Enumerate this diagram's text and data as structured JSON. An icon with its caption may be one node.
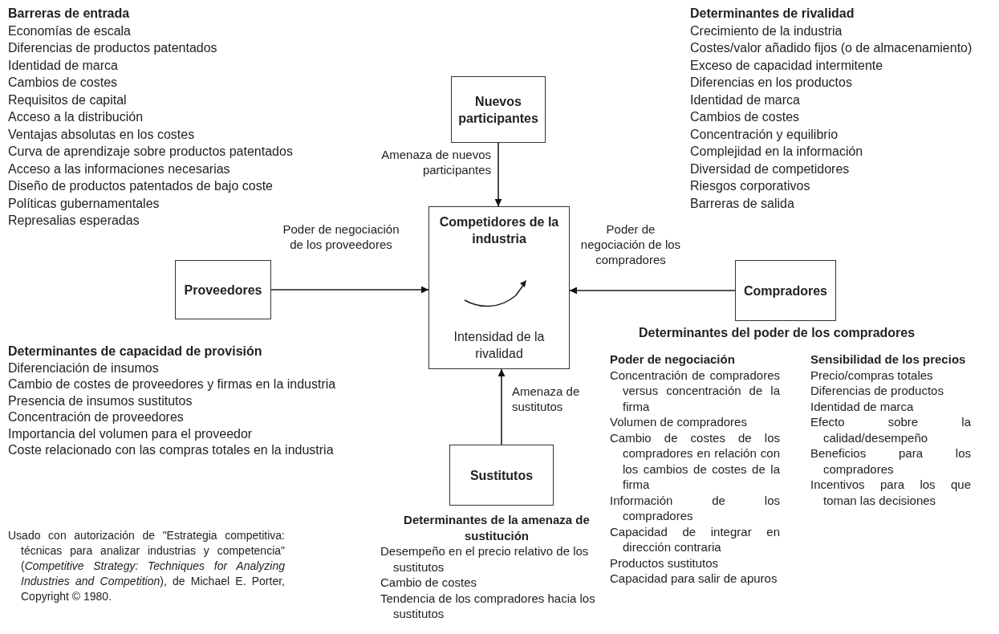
{
  "diagram": {
    "nodes": [
      {
        "text": [
          "Nuevos participantes"
        ]
      },
      {
        "text": [
          "Competidores de la industria",
          "Intensidad de la rivalidad"
        ]
      },
      {
        "text": [
          "Proveedores"
        ]
      },
      {
        "text": [
          "Compradores"
        ]
      },
      {
        "text": [
          "Sustitutos"
        ]
      }
    ],
    "edges": [
      {
        "from": 0,
        "to": 1,
        "arrow": "to",
        "label": "Amenaza de nuevos participantes"
      },
      {
        "from": 2,
        "to": 1,
        "arrow": "to",
        "label": "Poder de negociación de los proveedores"
      },
      {
        "from": 3,
        "to": 1,
        "arrow": "to",
        "label": "Poder de negociación de los compradores"
      },
      {
        "from": 4,
        "to": 1,
        "arrow": "to",
        "label": "Amenaza de sustitutos"
      }
    ],
    "labels": [
      "Barreras de entrada",
      "Economías de escala",
      "Diferencias de productos patentados",
      "Identidad de marca",
      "Cambios de costes",
      "Requisitos de capital",
      "Acceso a la distribución",
      "Ventajas absolutas en los costes",
      "Curva de aprendizaje sobre productos patentados",
      "Acceso a las informaciones necesarias",
      "Diseño de productos patentados de bajo coste",
      "Políticas gubernamentales",
      "Represalias esperadas",
      "Determinantes de rivalidad",
      "Crecimiento de la industria",
      "Costes/valor añadido fijos (o de almacenamiento)",
      "Exceso de capacidad intermitente",
      "Diferencias en los productos",
      "Identidad de marca",
      "Cambios de costes",
      "Concentración y equilibrio",
      "Complejidad en la información",
      "Diversidad de competidores",
      "Riesgos corporativos",
      "Barreras de salida",
      "Determinantes del poder de los compradores",
      "Determinantes de capacidad de provisión",
      "Diferenciación de insumos",
      "Cambio de costes de proveedores y firmas en la industria",
      "Presencia de insumos sustitutos",
      "Concentración de proveedores",
      "Importancia del volumen para el proveedor",
      "Coste relacionado con las compras totales en la industria",
      "Poder de negociación",
      "Concentración de compradores versus concentración de la firma",
      "Volumen de compradores",
      "Cambio de costes de los compradores en relación con los cambios de costes de la firma",
      "Información de los compradores",
      "Capacidad de integrar en dirección contraria",
      "Productos sustitutos",
      "Capacidad para salir de apuros",
      "Sensibilidad de los precios",
      "Precio/compras totales",
      "Diferencias de productos",
      "Identidad de marca",
      "Efecto sobre la calidad/desempeño",
      "Beneficios para los compradores",
      "Incentivos para los que toman las decisiones",
      "Determinantes de la amenaza de sustitución",
      "Desempeño en el precio relativo de los sustitutos",
      "Cambio de costes",
      "Tendencia de los compradores hacia los sustitutos",
      "Usado con autorización de \"Estrategia competitiva: técnicas para analizar industrias y competencia\" (*Competitive Strategy: Techniques for Analyzing Industries and Competition*), de Michael E. Porter, Copyright © 1980."
    ]
  }
}
